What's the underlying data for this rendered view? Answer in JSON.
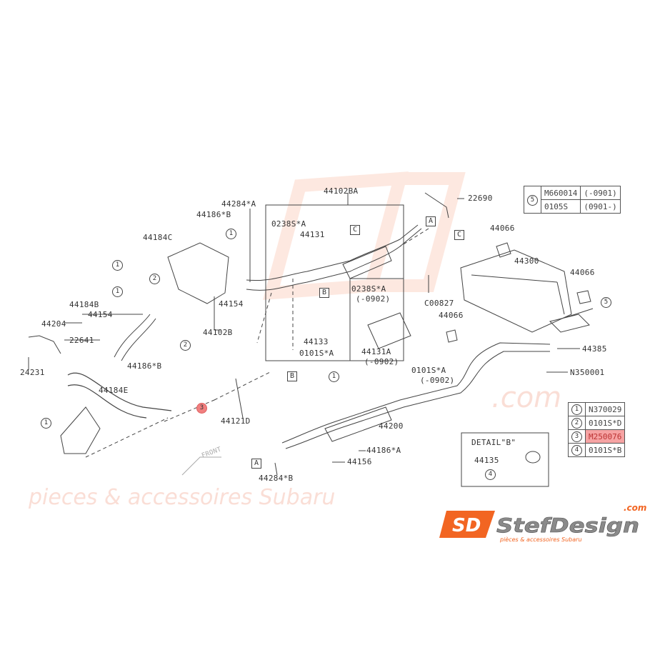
{
  "diagram": {
    "part_labels": [
      "44102BA",
      "22690",
      "44284*A",
      "44186*B",
      "44184C",
      "0238S*A",
      "44131",
      "44066",
      "44300",
      "44066",
      "44154",
      "0238S*A",
      "(-0902)",
      "C00827",
      "44066",
      "44184B",
      "44154",
      "44204",
      "44102B",
      "44133",
      "0101S*A",
      "44131A",
      "(-0902)",
      "0101S*A",
      "(-0902)",
      "44385",
      "22641",
      "24231",
      "44186*B",
      "N350001",
      "44184E",
      "44121D",
      "44200",
      "44186*A",
      "44156",
      "44284*B",
      "44135"
    ],
    "ref_boxes": [
      "C",
      "A",
      "C",
      "B",
      "B",
      "A"
    ],
    "ref_circles": [
      "1",
      "1",
      "2",
      "1",
      "2",
      "3",
      "1",
      "5",
      "1",
      "4"
    ],
    "detail_title": "DETAIL\"B\"",
    "front_label": "FRONT",
    "highlight_color": "#f07f7f"
  },
  "legend_5": {
    "num": "5",
    "rows": [
      [
        "M660014",
        "(-0901)"
      ],
      [
        "0105S",
        "(0901-)"
      ]
    ]
  },
  "legend_main": {
    "rows": [
      {
        "num": "1",
        "part": "N370029"
      },
      {
        "num": "2",
        "part": "0101S*D"
      },
      {
        "num": "3",
        "part": "M250076",
        "highlight": true
      },
      {
        "num": "4",
        "part": "0101S*B"
      }
    ]
  },
  "watermark": {
    "url": ".com",
    "tagline": "pieces & accessoires Subaru"
  },
  "logo": {
    "brand": "StefDesign",
    "tld": ".com",
    "tagline": "pièces & accessoires Subaru",
    "mark": "SD",
    "color": "#f26522"
  }
}
